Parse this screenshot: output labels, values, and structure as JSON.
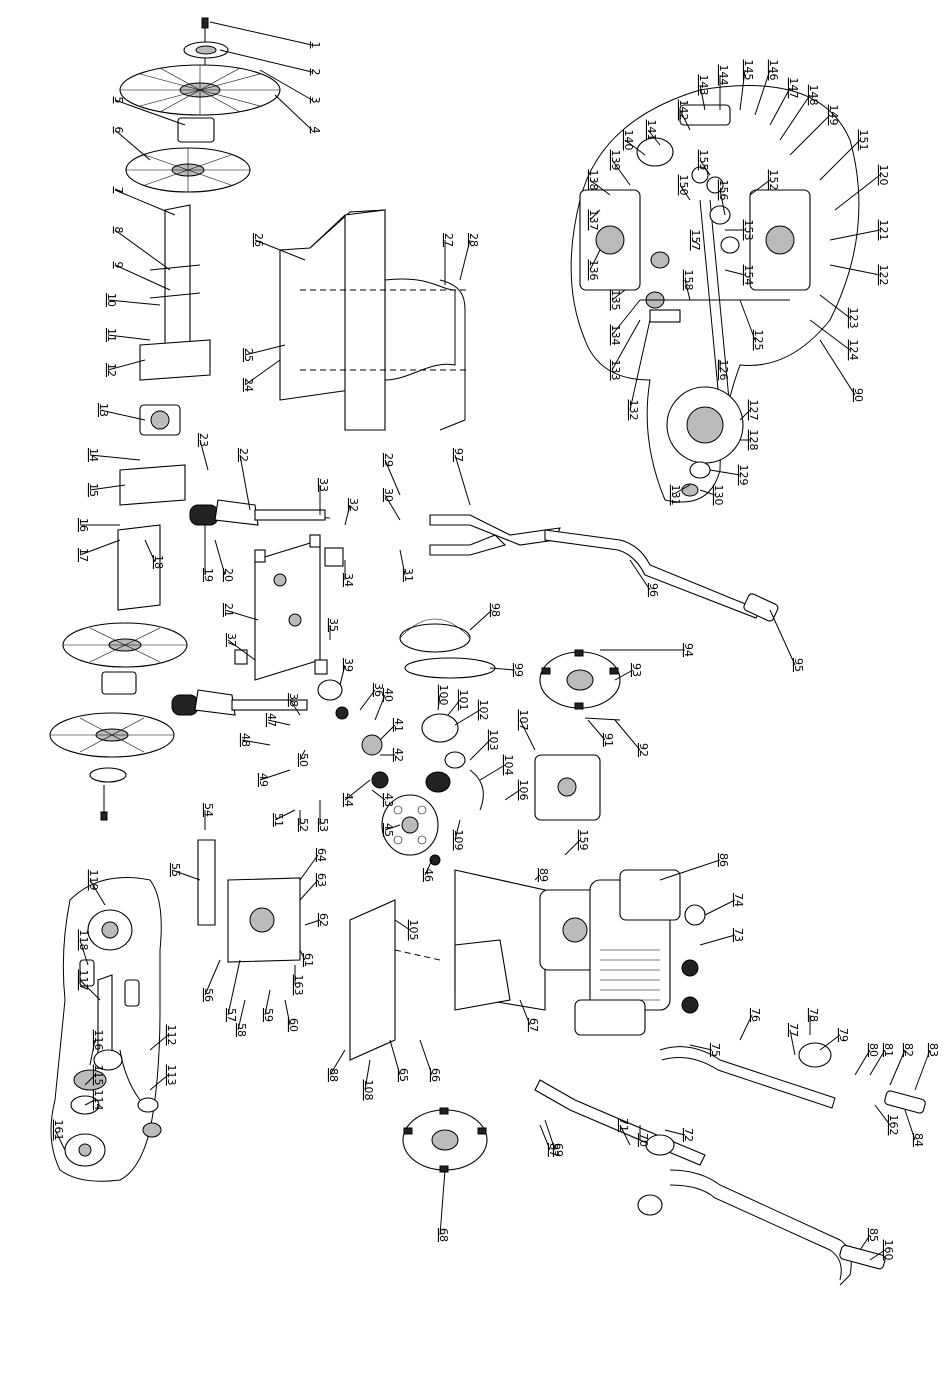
{
  "diagram": {
    "callouts": [
      "1",
      "2",
      "3",
      "4",
      "5",
      "6",
      "7",
      "8",
      "9",
      "10",
      "11",
      "12",
      "13",
      "14",
      "15",
      "16",
      "17",
      "18",
      "19",
      "20",
      "21",
      "22",
      "23",
      "24",
      "25",
      "26",
      "27",
      "28",
      "29",
      "30",
      "31",
      "32",
      "33",
      "34",
      "35",
      "36",
      "37",
      "38",
      "39",
      "40",
      "41",
      "42",
      "43",
      "44",
      "45",
      "46",
      "47",
      "48",
      "49",
      "50",
      "51",
      "52",
      "53",
      "54",
      "55",
      "56",
      "57",
      "58",
      "59",
      "60",
      "61",
      "62",
      "63",
      "64",
      "65",
      "66",
      "67",
      "68",
      "69",
      "70",
      "71",
      "72",
      "73",
      "74",
      "75",
      "76",
      "77",
      "78",
      "79",
      "80",
      "81",
      "82",
      "83",
      "84",
      "85",
      "86",
      "87",
      "88",
      "89",
      "90",
      "91",
      "92",
      "93",
      "94",
      "95",
      "96",
      "97",
      "98",
      "99",
      "100",
      "101",
      "102",
      "103",
      "104",
      "105",
      "106",
      "107",
      "108",
      "109",
      "112",
      "113",
      "114",
      "115",
      "116",
      "117",
      "118",
      "119",
      "120",
      "121",
      "122",
      "123",
      "124",
      "125",
      "126",
      "127",
      "128",
      "129",
      "130",
      "131",
      "132",
      "133",
      "134",
      "135",
      "136",
      "137",
      "138",
      "139",
      "140",
      "141",
      "142",
      "143",
      "144",
      "145",
      "146",
      "147",
      "148",
      "149",
      "150",
      "151",
      "152",
      "153",
      "154",
      "155",
      "156",
      "157",
      "158",
      "159",
      "160",
      "161",
      "162",
      "163"
    ]
  }
}
